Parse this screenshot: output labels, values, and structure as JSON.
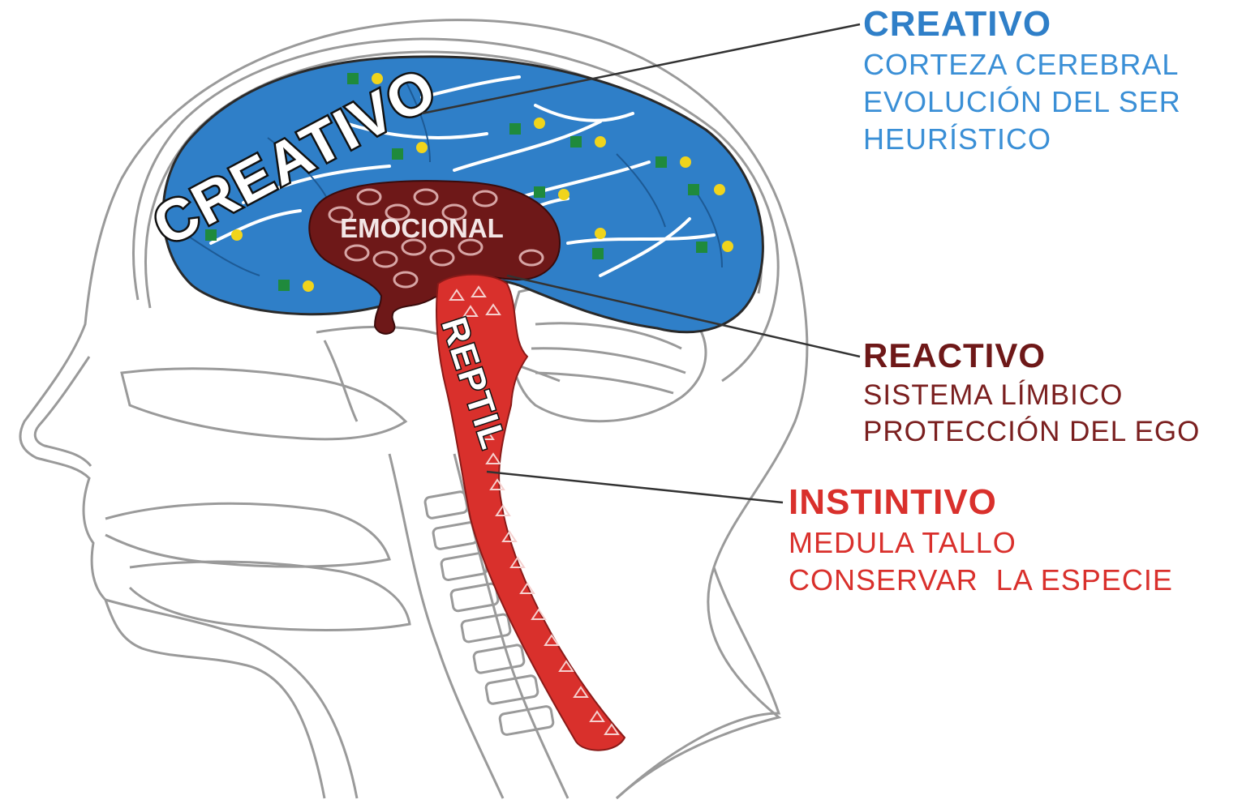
{
  "colors": {
    "creative": "#2f7fc8",
    "creative_text": "#3a8fd6",
    "emotional": "#6e1818",
    "emotional_text": "#7a1f1f",
    "reptile": "#d9302c",
    "reptile_text": "#d9302c",
    "outline": "#9a9a9a",
    "dot_green": "#1f8a3c",
    "dot_yellow": "#f0d41c"
  },
  "brain_labels": {
    "creativo": "CREATIVO",
    "emocional": "EMOCIONAL",
    "reptil": "REPTIL"
  },
  "legend": {
    "creativo": {
      "title": "CREATIVO",
      "lines": [
        "CORTEZA CEREBRAL",
        "EVOLUCIÓN DEL SER",
        "HEURÍSTICO"
      ]
    },
    "reactivo": {
      "title": "REACTIVO",
      "lines": [
        "SISTEMA LÍMBICO",
        "PROTECCIÓN DEL EGO"
      ]
    },
    "instintivo": {
      "title": "INSTINTIVO",
      "lines": [
        "MEDULA TALLO",
        "CONSERVAR  LA ESPECIE"
      ]
    }
  }
}
